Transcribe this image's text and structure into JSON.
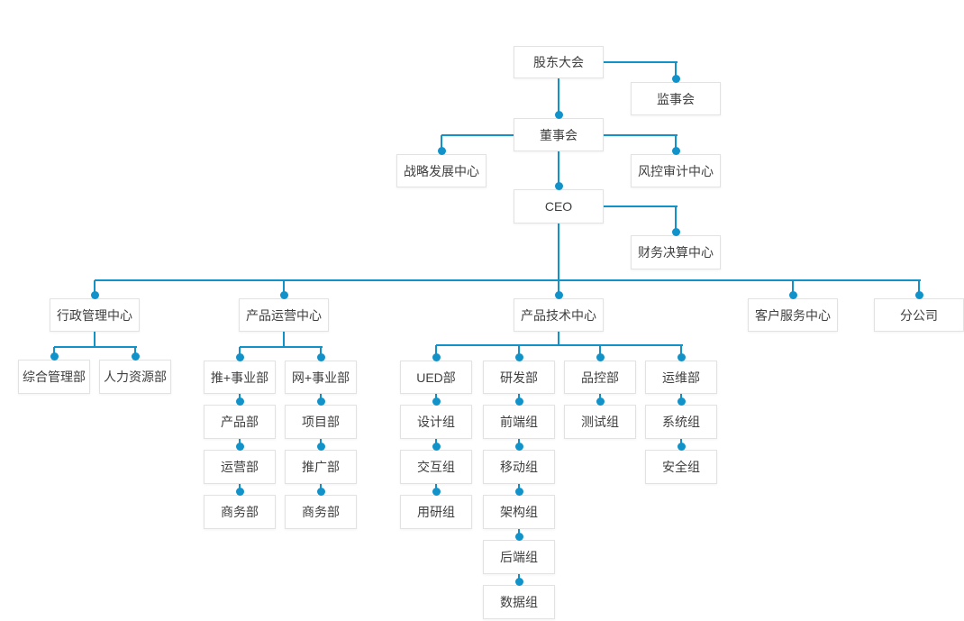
{
  "page": {
    "background_color": "#ffffff"
  },
  "diagram": {
    "type": "org-chart",
    "accent_color": "#1193c9",
    "node_border_color": "#e2e2e2",
    "node_text_color": "#3f3f3f",
    "nodes": [
      {
        "label": "股东大会"
      },
      {
        "label": "监事会"
      },
      {
        "label": "董事会"
      },
      {
        "label": "战略发展中心"
      },
      {
        "label": "风控审计中心"
      },
      {
        "label": "CEO"
      },
      {
        "label": "财务决算中心"
      },
      {
        "label": "行政管理中心"
      },
      {
        "label": "产品运营中心"
      },
      {
        "label": "产品技术中心"
      },
      {
        "label": "客户服务中心"
      },
      {
        "label": "分公司"
      },
      {
        "label": "综合管理部"
      },
      {
        "label": "人力资源部"
      },
      {
        "label": "推+事业部"
      },
      {
        "label": "网+事业部"
      },
      {
        "label": "产品部"
      },
      {
        "label": "运营部"
      },
      {
        "label": "商务部"
      },
      {
        "label": "项目部"
      },
      {
        "label": "推广部"
      },
      {
        "label": "商务部"
      },
      {
        "label": "UED部"
      },
      {
        "label": "研发部"
      },
      {
        "label": "品控部"
      },
      {
        "label": "运维部"
      },
      {
        "label": "设计组"
      },
      {
        "label": "交互组"
      },
      {
        "label": "用研组"
      },
      {
        "label": "前端组"
      },
      {
        "label": "移动组"
      },
      {
        "label": "架构组"
      },
      {
        "label": "后端组"
      },
      {
        "label": "数据组"
      },
      {
        "label": "测试组"
      },
      {
        "label": "系统组"
      },
      {
        "label": "安全组"
      }
    ],
    "edges": [
      {
        "type": "side",
        "from": 0,
        "to": 1
      },
      {
        "type": "down",
        "from": 0,
        "to": 2
      },
      {
        "type": "side",
        "from": 2,
        "to": 3
      },
      {
        "type": "side",
        "from": 2,
        "to": 4
      },
      {
        "type": "down",
        "from": 2,
        "to": 5
      },
      {
        "type": "side",
        "from": 5,
        "to": 6
      },
      {
        "type": "tree",
        "from": 5,
        "children": [
          7,
          8,
          9,
          10,
          11
        ]
      },
      {
        "type": "tree",
        "from": 7,
        "children": [
          12,
          13
        ]
      },
      {
        "type": "tree",
        "from": 8,
        "children": [
          14,
          15
        ]
      },
      {
        "type": "tree",
        "from": 9,
        "children": [
          22,
          23,
          24,
          25
        ]
      },
      {
        "type": "down",
        "from": 14,
        "to": 16
      },
      {
        "type": "down",
        "from": 16,
        "to": 17
      },
      {
        "type": "down",
        "from": 17,
        "to": 18
      },
      {
        "type": "down",
        "from": 15,
        "to": 19
      },
      {
        "type": "down",
        "from": 19,
        "to": 20
      },
      {
        "type": "down",
        "from": 20,
        "to": 21
      },
      {
        "type": "down",
        "from": 22,
        "to": 26
      },
      {
        "type": "down",
        "from": 26,
        "to": 27
      },
      {
        "type": "down",
        "from": 27,
        "to": 28
      },
      {
        "type": "down",
        "from": 23,
        "to": 29
      },
      {
        "type": "down",
        "from": 29,
        "to": 30
      },
      {
        "type": "down",
        "from": 30,
        "to": 31
      },
      {
        "type": "down",
        "from": 31,
        "to": 32
      },
      {
        "type": "down",
        "from": 32,
        "to": 33
      },
      {
        "type": "down",
        "from": 24,
        "to": 34
      },
      {
        "type": "down",
        "from": 25,
        "to": 35
      },
      {
        "type": "down",
        "from": 35,
        "to": 36
      }
    ]
  }
}
